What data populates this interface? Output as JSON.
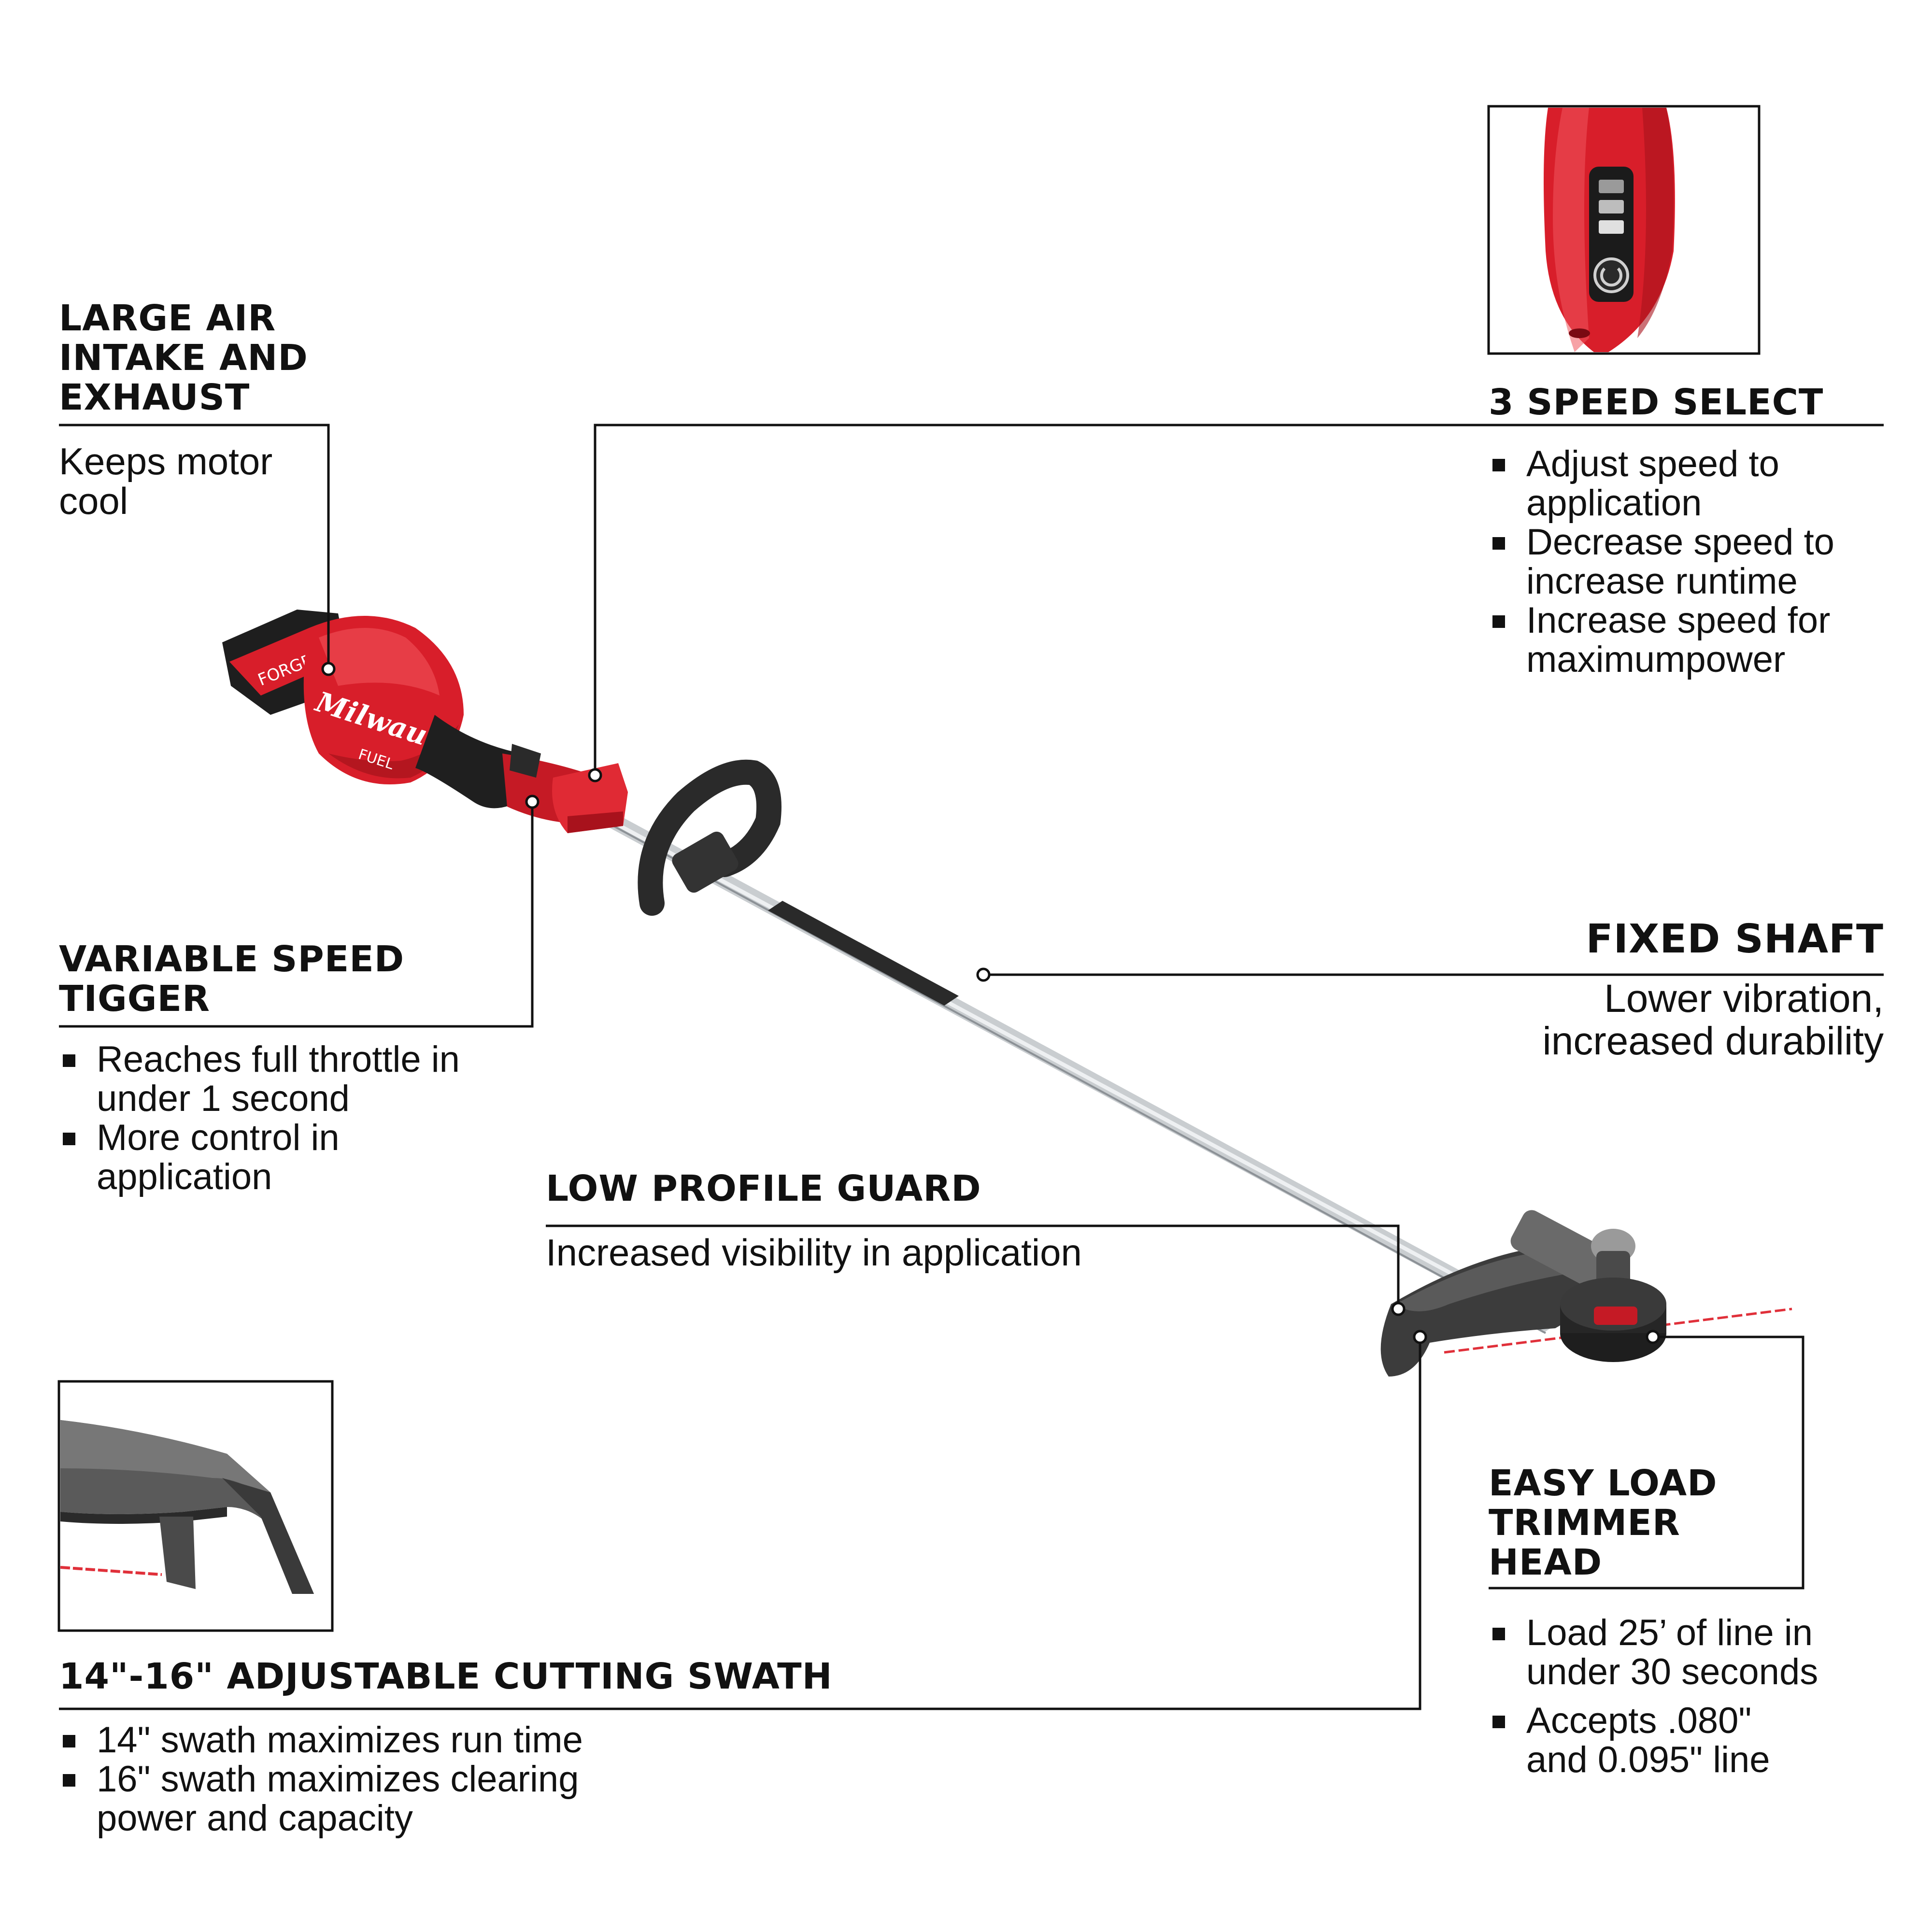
{
  "colors": {
    "tool_red": "#d81e2a",
    "tool_black": "#222222",
    "shaft_silver": "#c9cdd0",
    "leader_line": "#111111",
    "trim_line": "#e0303a"
  },
  "brand": {
    "logo_text": "Milwaukee",
    "sub_text": "FUEL"
  },
  "callouts": {
    "air_intake": {
      "title_lines": [
        "LARGE AIR",
        "INTAKE AND",
        "EXHAUST"
      ],
      "desc_lines": [
        "Keeps motor",
        "cool"
      ]
    },
    "speed_select": {
      "title": "3 SPEED SELECT",
      "bullets": [
        "Adjust speed to application",
        "Decrease speed to increase runtime",
        "Increase speed for maximumpower"
      ]
    },
    "variable_trigger": {
      "title_lines": [
        "VARIABLE SPEED",
        "TIGGER"
      ],
      "bullets": [
        "Reaches full throttle in under 1 second",
        "More control in application"
      ]
    },
    "fixed_shaft": {
      "title": "FIXED SHAFT",
      "desc_lines": [
        "Lower vibration,",
        "increased durability"
      ]
    },
    "low_profile_guard": {
      "title": "LOW PROFILE GUARD",
      "desc": "Increased visibility in application"
    },
    "easy_load": {
      "title_lines": [
        "EASY LOAD",
        "TRIMMER",
        "HEAD"
      ],
      "bullets": [
        "Load 25’ of line in under 30 seconds",
        "Accepts .080\" and 0.095\" line"
      ]
    },
    "cutting_swath": {
      "title": "14\"-16\" ADJUSTABLE CUTTING SWATH",
      "bullets": [
        "14\" swath maximizes run time",
        "16\" swath maximizes clearing power and capacity"
      ]
    }
  }
}
